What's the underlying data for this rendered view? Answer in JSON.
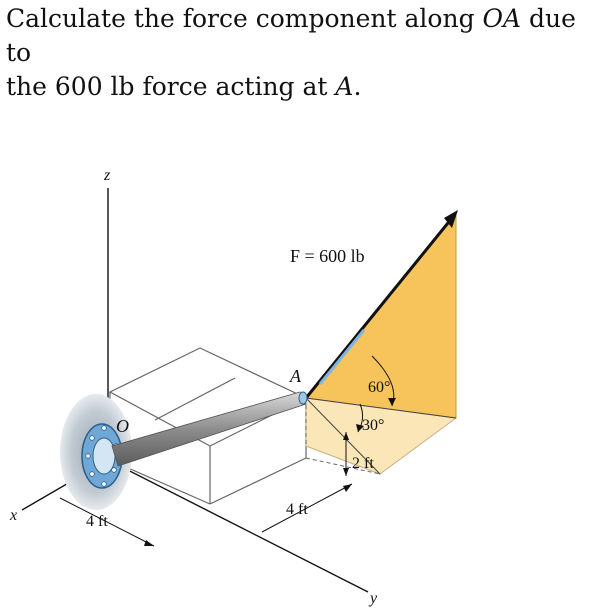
{
  "problem": {
    "line1_a": "Calculate the force component along ",
    "line1_var": "OA",
    "line1_b": " due to",
    "line2_a": "the 600 lb force acting at ",
    "line2_var": "A",
    "line2_b": "."
  },
  "diagram": {
    "axis_x": "x",
    "axis_y": "y",
    "axis_z": "z",
    "point_O": "O",
    "point_A": "A",
    "force_label": "F = 600 lb",
    "angle_1": "60°",
    "angle_2": "30°",
    "dim_height": "2 ft",
    "dim_front": "4 ft",
    "dim_left": "4 ft",
    "colors": {
      "force_plane": "#f6c45a",
      "force_plane_light": "#fbe6b8",
      "rod": "#9a9a9a",
      "flange": "#6fa8d6",
      "wall": "#b8c2cc"
    }
  }
}
